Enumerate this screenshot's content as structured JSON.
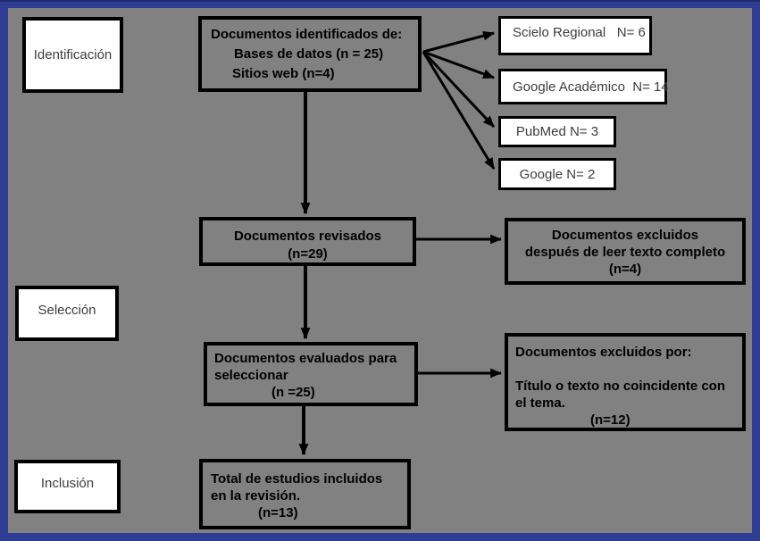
{
  "frame": {
    "border_color": "#2e3c93",
    "border_top_dark": "#1e2a66",
    "background_gray": "#818181",
    "box_white": "#ffffff",
    "box_border": "#000000",
    "bold_text_color": "#000000",
    "regular_text_color": "#3d3d3d"
  },
  "stages": {
    "identification": "Identificación",
    "selection": "Selección",
    "inclusion": "Inclusión"
  },
  "flow": {
    "identified": {
      "line1": "Documentos identificados de:",
      "line2": "Bases de datos (n = 25)",
      "line3": "Sitios web (n=4)"
    },
    "reviewed": {
      "line1": "Documentos revisados",
      "line2": "(n=29)"
    },
    "evaluated": {
      "line1": "Documentos evaluados para",
      "line2": "seleccionar",
      "line3": "(n =25)"
    },
    "included": {
      "line1": "Total de estudios incluidos",
      "line2": "en la revisión.",
      "line3": "(n=13)"
    },
    "excluded_fulltext": {
      "line1": "Documentos excluidos",
      "line2": "después de leer texto completo",
      "line3": "(n=4)"
    },
    "excluded_title": {
      "line1": "Documentos excluidos por:",
      "line2": "Título o texto no coincidente con",
      "line3": "el tema.",
      "line4": "(n=12)"
    }
  },
  "sources": [
    {
      "label": "Scielo Regional   N= 6"
    },
    {
      "label": "Google Académico  N= 14"
    },
    {
      "label": "PubMed N= 3"
    },
    {
      "label": "Google N= 2"
    }
  ]
}
